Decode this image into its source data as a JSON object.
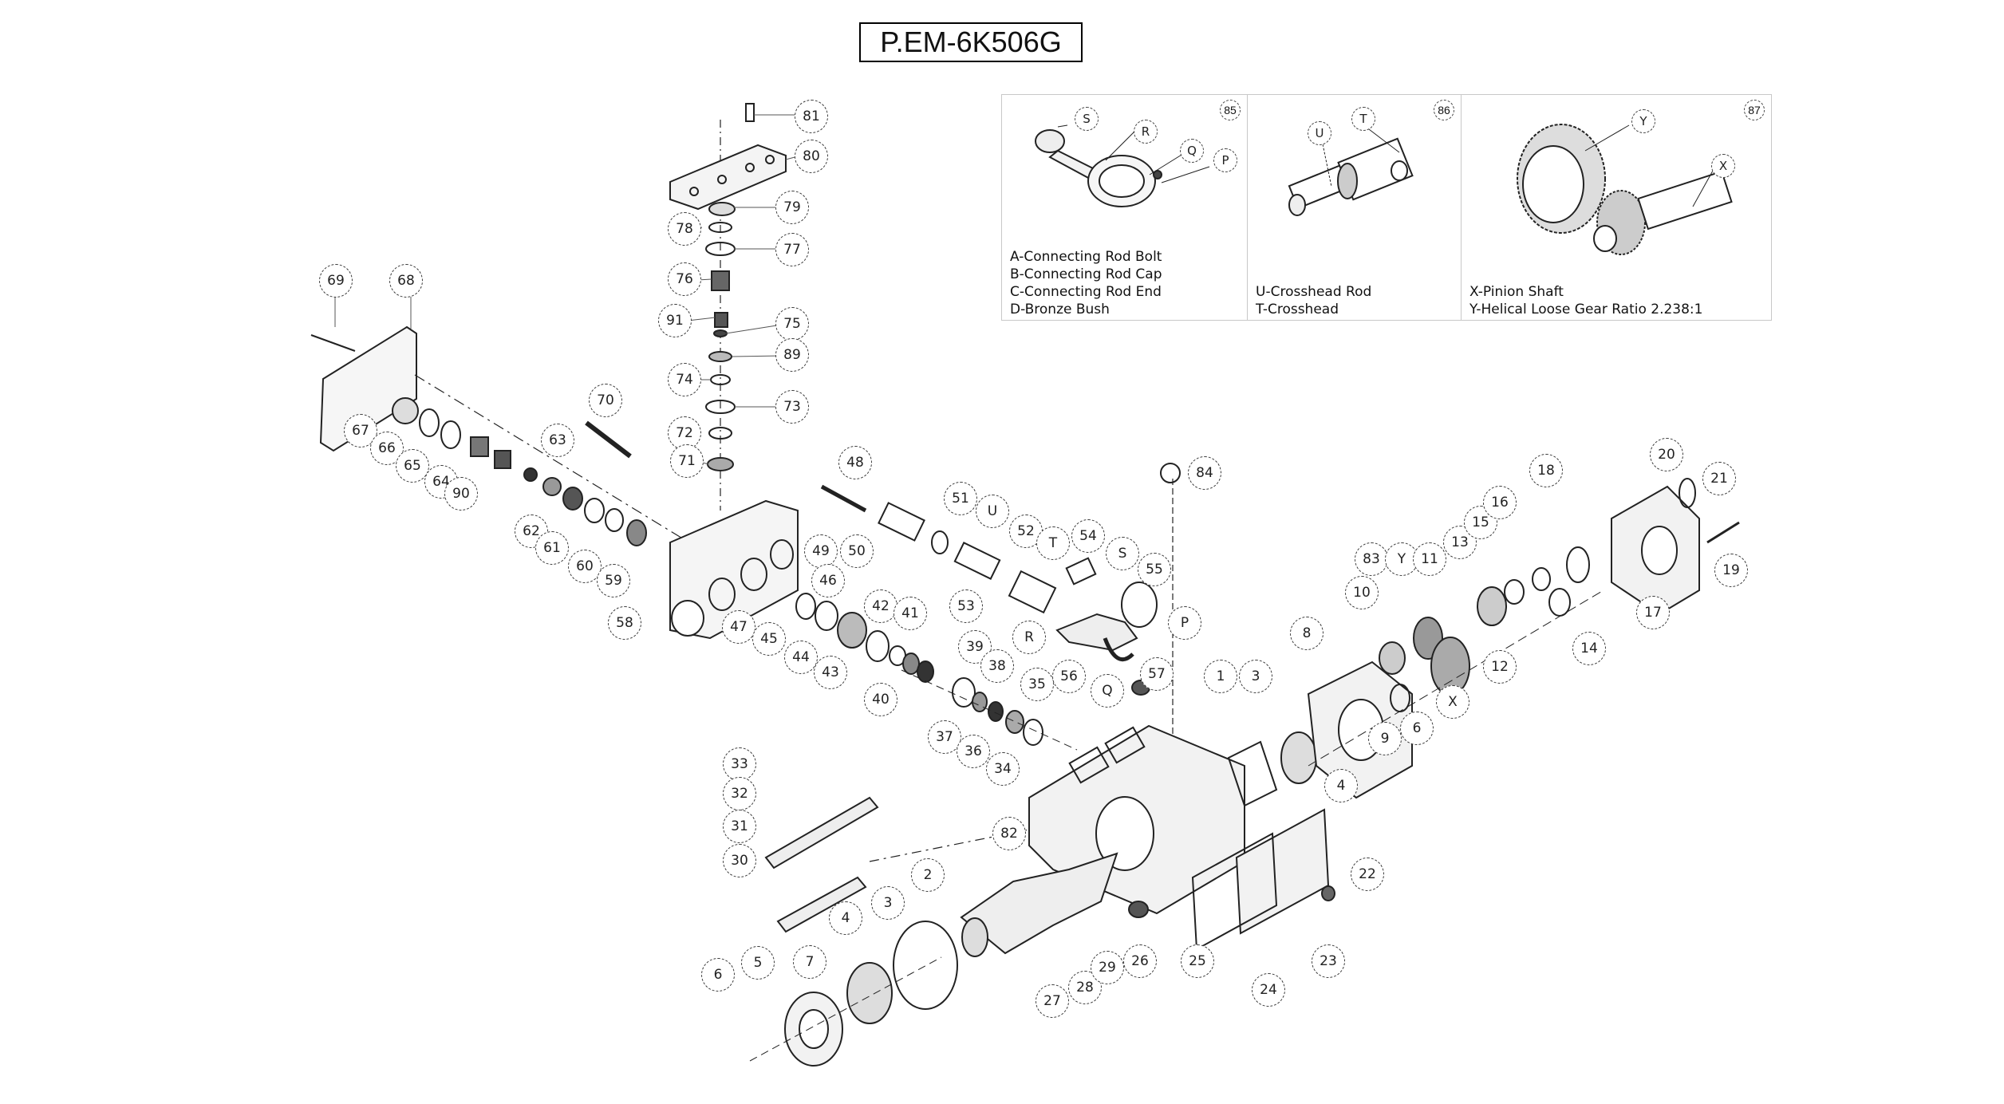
{
  "title": "P.EM-6K506G",
  "panels": [
    {
      "number": "85",
      "callouts": [
        "S",
        "R",
        "Q",
        "P"
      ],
      "legend": [
        "A-Connecting Rod Bolt",
        "B-Connecting Rod Cap",
        "C-Connecting Rod End",
        "D-Bronze Bush"
      ]
    },
    {
      "number": "86",
      "callouts": [
        "U",
        "T"
      ],
      "legend": [
        "U-Crosshead Rod",
        "T-Crosshead"
      ]
    },
    {
      "number": "87",
      "callouts": [
        "Y",
        "X"
      ],
      "legend": [
        "X-Pinion Shaft",
        "Y-Helical Loose Gear Ratio 2.238:1"
      ]
    }
  ],
  "callouts": {
    "c81": "81",
    "c80": "80",
    "c79": "79",
    "c78": "78",
    "c77": "77",
    "c76": "76",
    "c91": "91",
    "c75": "75",
    "c89": "89",
    "c74": "74",
    "c73": "73",
    "c72": "72",
    "c71": "71",
    "c69": "69",
    "c68": "68",
    "c70": "70",
    "c67": "67",
    "c66": "66",
    "c65": "65",
    "c64": "64",
    "c90": "90",
    "c63": "63",
    "c62": "62",
    "c61": "61",
    "c60": "60",
    "c59": "59",
    "c58": "58",
    "c48": "48",
    "c49": "49",
    "c50": "50",
    "c51": "51",
    "cU": "U",
    "c52": "52",
    "cT": "T",
    "c54": "54",
    "cS": "S",
    "c55": "55",
    "c53": "53",
    "cR": "R",
    "cP": "P",
    "cQ": "Q",
    "c47": "47",
    "c46": "46",
    "c45": "45",
    "c44": "44",
    "c43": "43",
    "c42": "42",
    "c41": "41",
    "c40": "40",
    "c39": "39",
    "c38": "38",
    "c37": "37",
    "c36": "36",
    "c35": "35",
    "c34": "34",
    "c56": "56",
    "c57": "57",
    "c84": "84",
    "c1": "1",
    "c3a": "3",
    "c4a": "4",
    "c8": "8",
    "c10": "10",
    "c83": "83",
    "cY": "Y",
    "c11": "11",
    "c13": "13",
    "c15": "15",
    "c16": "16",
    "c18": "18",
    "c20": "20",
    "c21": "21",
    "c19": "19",
    "c17": "17",
    "c14": "14",
    "c12": "12",
    "cX": "X",
    "c9": "9",
    "c6a": "6",
    "c33": "33",
    "c32": "32",
    "c31": "31",
    "c30": "30",
    "c82": "82",
    "c2": "2",
    "c3b": "3",
    "c4b": "4",
    "c5": "5",
    "c6b": "6",
    "c7": "7",
    "c27": "27",
    "c28": "28",
    "c29": "29",
    "c26": "26",
    "c25": "25",
    "c24": "24",
    "c23": "23",
    "c22": "22"
  }
}
